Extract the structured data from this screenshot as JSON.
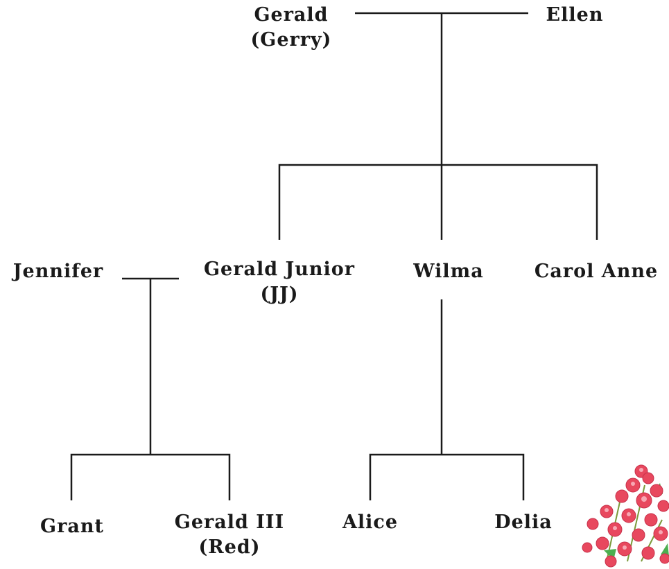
{
  "family": {
    "gerald": {
      "name": "Gerald",
      "nickname": "(Gerry)"
    },
    "ellen": {
      "name": "Ellen"
    },
    "jennifer": {
      "name": "Jennifer"
    },
    "gerald_junior": {
      "name": "Gerald Junior",
      "nickname": "(JJ)"
    },
    "wilma": {
      "name": "Wilma"
    },
    "carol_anne": {
      "name": "Carol Anne"
    },
    "grant": {
      "name": "Grant"
    },
    "gerald_iii": {
      "name": "Gerald III",
      "nickname": "(Red)"
    },
    "alice": {
      "name": "Alice"
    },
    "delia": {
      "name": "Delia"
    }
  },
  "colors": {
    "line": "#1a1a1a",
    "text": "#1a1a1a",
    "flower": "#e8485e",
    "leaf": "#4caf50"
  },
  "decoration": {
    "icon": "flower-bouquet-icon"
  }
}
